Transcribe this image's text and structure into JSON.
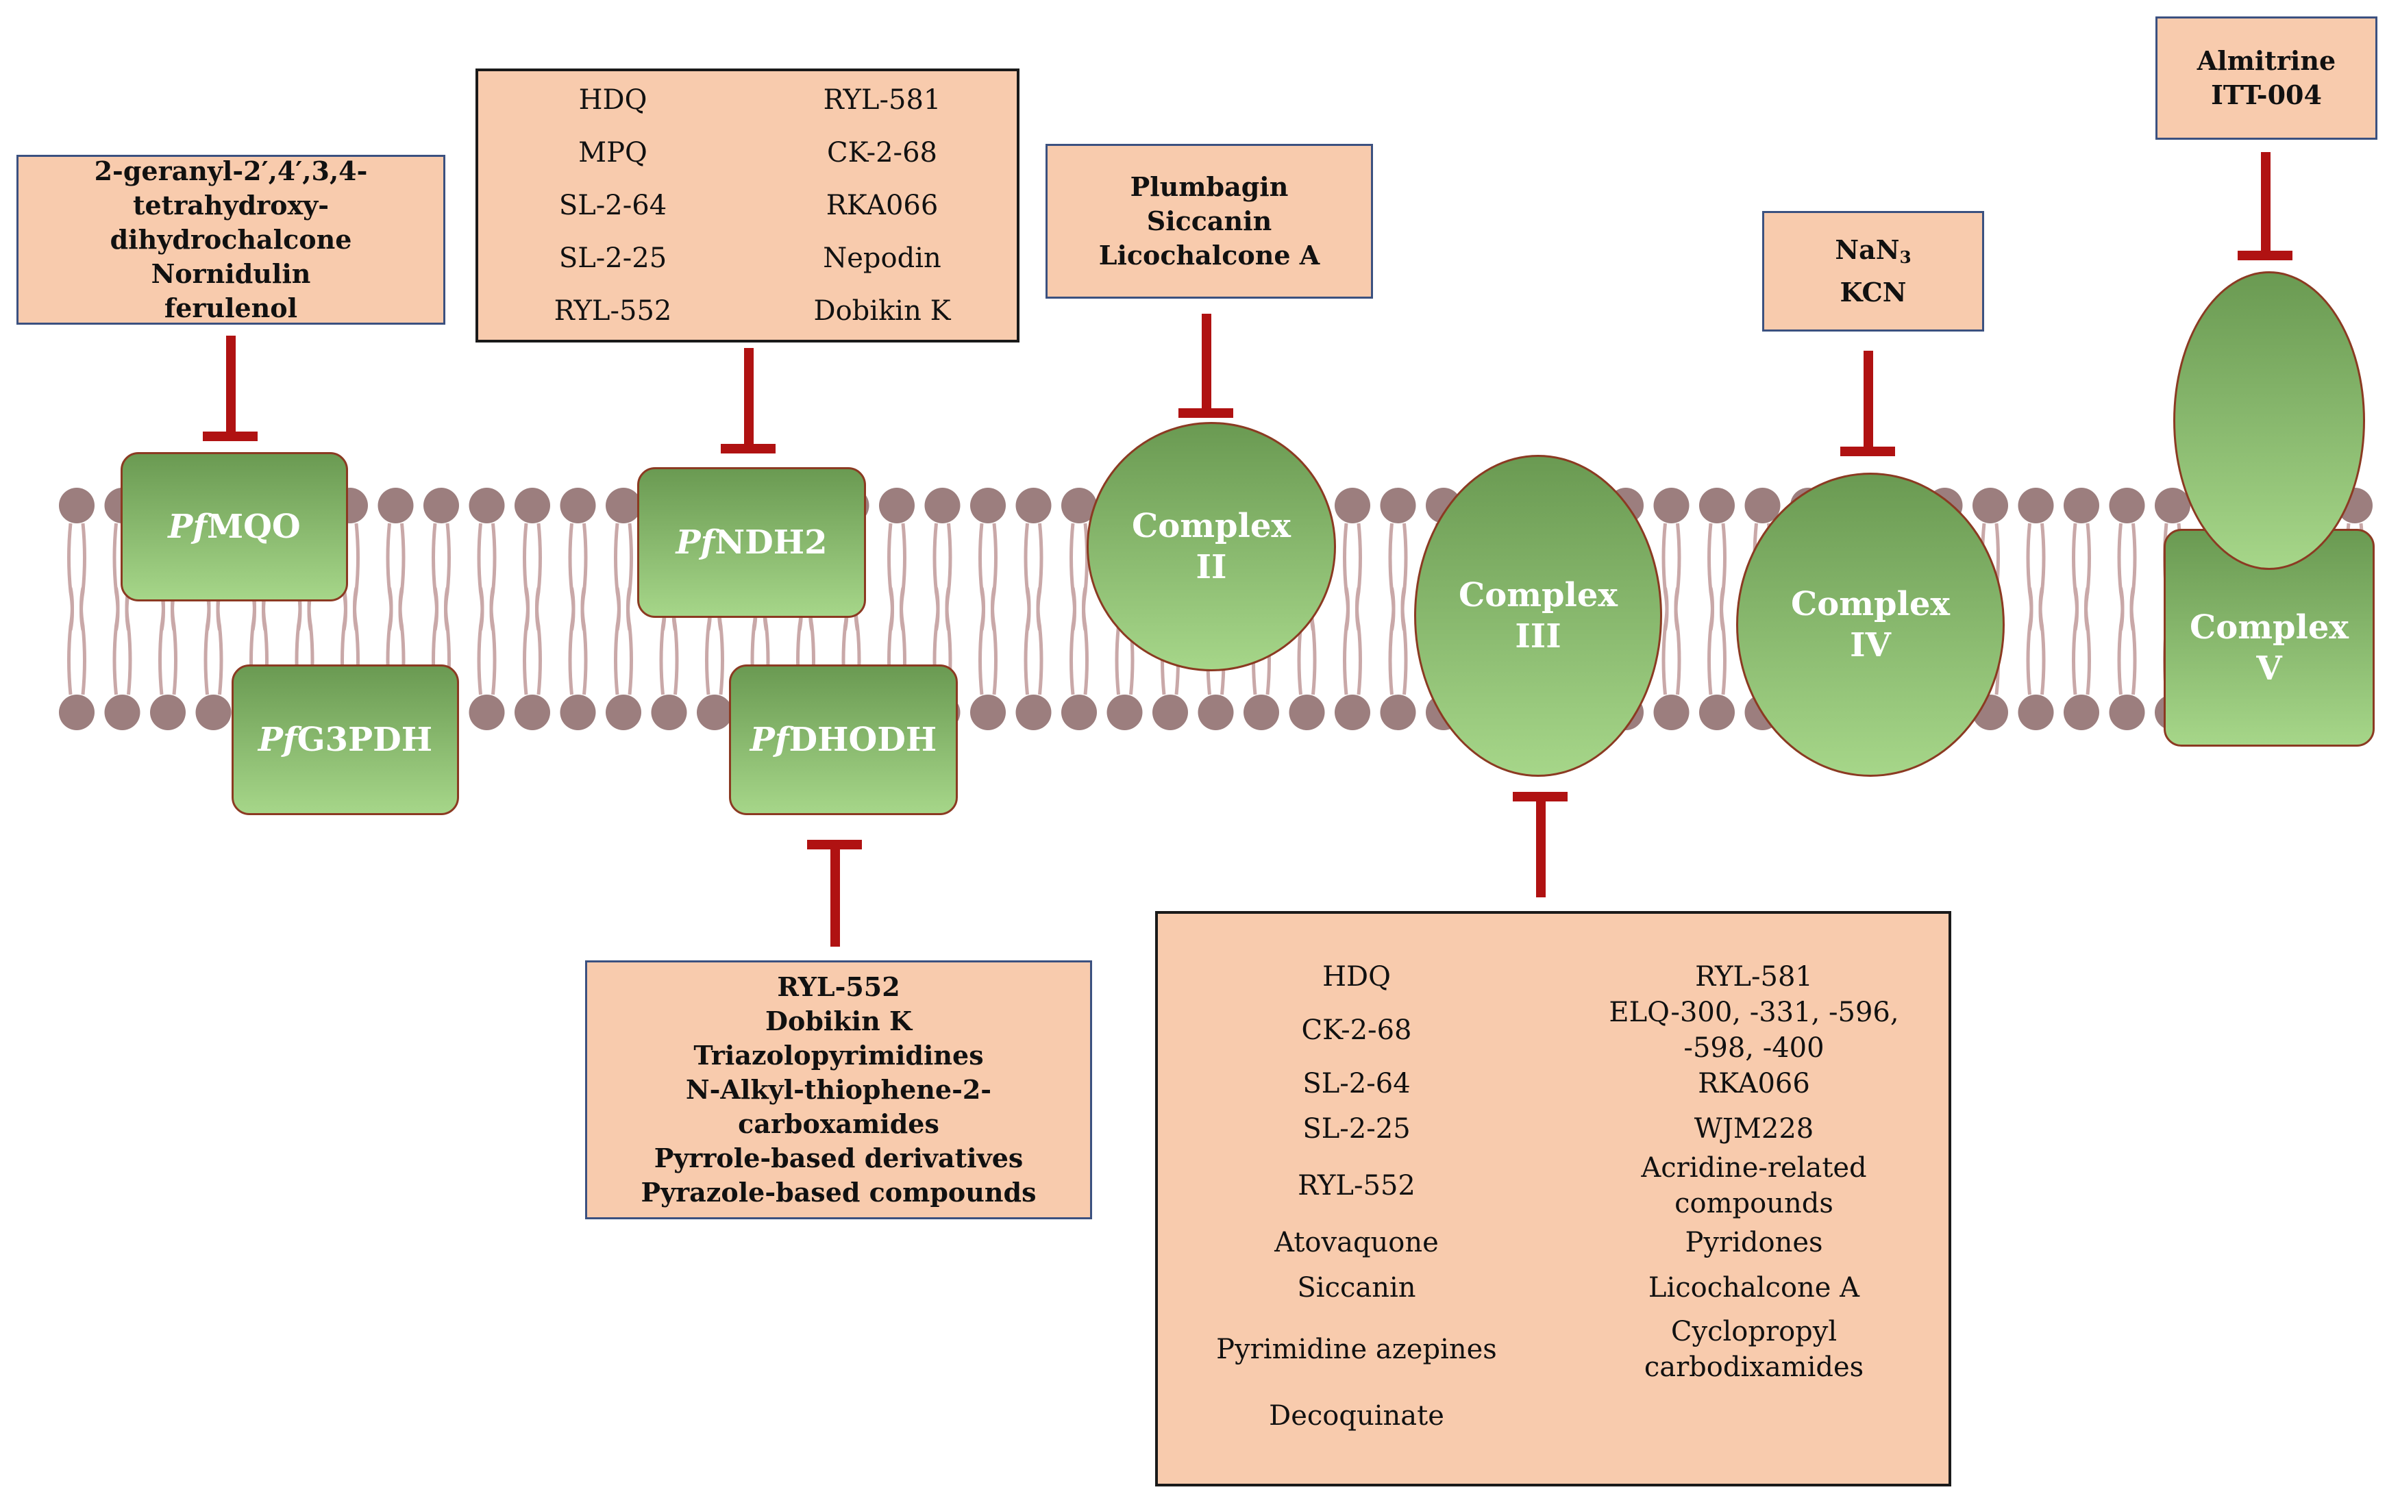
{
  "colors": {
    "box_fill": "#f8cbad",
    "enzyme_green_top": "#6a9a52",
    "enzyme_green_bottom": "#a6d689",
    "enzyme_border": "#8b3a22",
    "inhibitor_red": "#b01212",
    "membrane_head": "#9c7e7e",
    "membrane_tail": "#c9a8a8"
  },
  "enzymes": {
    "mqo": {
      "prefix": "Pf",
      "name": "MQO"
    },
    "g3pdh": {
      "prefix": "Pf",
      "name": "G3PDH"
    },
    "ndh2": {
      "prefix": "Pf",
      "name": "NDH2"
    },
    "dhodh": {
      "prefix": "Pf",
      "name": "DHODH"
    },
    "complex2": {
      "line1": "Complex",
      "line2": "II"
    },
    "complex3": {
      "line1": "Complex",
      "line2": "III"
    },
    "complex4": {
      "line1": "Complex",
      "line2": "IV"
    },
    "complex5": {
      "line1": "Complex",
      "line2": "V"
    }
  },
  "inhibitors": {
    "mqo": [
      "2-geranyl-2′,4′,3,4-",
      "tetrahydroxy-dihydrochalcone",
      "Nornidulin",
      "ferulenol"
    ],
    "ndh2_left": [
      "HDQ",
      "MPQ",
      "SL-2-64",
      "SL-2-25",
      "RYL-552"
    ],
    "ndh2_right": [
      "RYL-581",
      "CK-2-68",
      "RKA066",
      "Nepodin",
      "Dobikin K"
    ],
    "complex2": [
      "Plumbagin",
      "Siccanin",
      "Licochalcone A"
    ],
    "complex4": {
      "item1_base": "NaN",
      "item1_sub": "3",
      "item2": "KCN"
    },
    "complex5": [
      "Almitrine",
      "ITT-004"
    ],
    "dhodh": [
      "RYL-552",
      "Dobikin K",
      "Triazolopyrimidines",
      "N-Alkyl-thiophene-2-carboxamides",
      "Pyrrole-based derivatives",
      "Pyrazole-based compounds"
    ],
    "complex3_left": [
      "HDQ",
      "CK-2-68",
      "SL-2-64",
      "SL-2-25",
      "RYL-552",
      "Atovaquone",
      "Siccanin",
      "Pyrimidine azepines",
      "Decoquinate"
    ],
    "complex3_right": [
      "RYL-581",
      "ELQ-300, -331, -596, -598, -400",
      "RKA066",
      "WJM228",
      "Acridine-related compounds",
      "Pyridones",
      "Licochalcone A",
      "Cyclopropyl carbodixamides",
      ""
    ]
  }
}
